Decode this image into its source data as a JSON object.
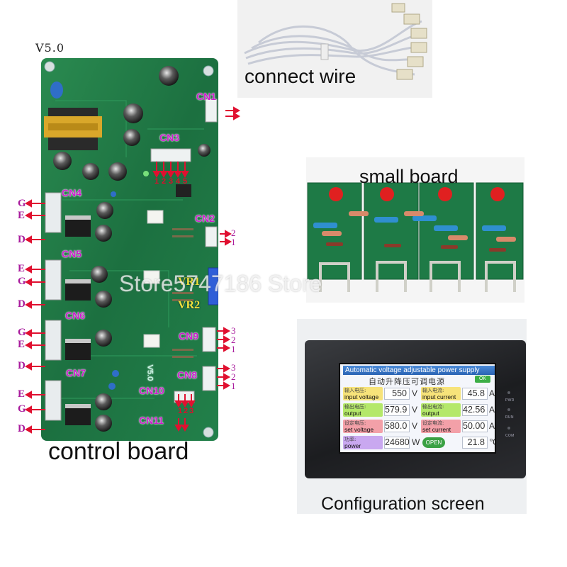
{
  "version": "V5.0",
  "control_board": {
    "caption": "control board",
    "labels": {
      "cn1": "CN1",
      "cn2": "CN2",
      "cn3": "CN3",
      "cn4": "CN4",
      "cn5": "CN5",
      "cn6": "CN6",
      "cn7": "CN7",
      "cn8": "CN8",
      "cn9": "CN9",
      "cn10": "CN10",
      "cn11": "CN11",
      "vr1": "VR1",
      "vr2": "VR2",
      "board_ver": "V5.0"
    },
    "cn3_pins": [
      "1",
      "2",
      "3",
      "4",
      "5"
    ],
    "cn10_pins": [
      "1",
      "2",
      "3"
    ],
    "cn2_pins": [
      "2",
      "1"
    ],
    "cn9_pins": [
      "3",
      "2",
      "1"
    ],
    "cn8_pins": [
      "3",
      "2",
      "1"
    ],
    "cn4_side": [
      "G",
      "E",
      "D"
    ],
    "cn5_side": [
      "E",
      "G",
      "D"
    ],
    "cn6_side": [
      "G",
      "E",
      "D"
    ],
    "cn7_side": [
      "E",
      "G",
      "D"
    ]
  },
  "connect_wire": {
    "caption": "connect wire"
  },
  "small_board": {
    "caption": "small board"
  },
  "watermark": "Store5747186 Store",
  "configuration_screen": {
    "caption": "Configuration screen",
    "title_en": "Automatic voltage adjustable power supply",
    "title_cn": "自动升降压可调电源",
    "ok_button": "OK",
    "rows": [
      {
        "left_cn": "输入电压:",
        "left_en": "input voltage",
        "left_value": "550",
        "left_unit": "V",
        "right_cn": "输入电流:",
        "right_en": "input current",
        "right_value": "45.8",
        "right_unit": "A"
      },
      {
        "left_cn": "输出电压:",
        "left_en": "output voltage",
        "left_value": "579.9",
        "left_unit": "V",
        "right_cn": "输出电流:",
        "right_en": "output current",
        "right_value": "42.56",
        "right_unit": "A"
      },
      {
        "left_cn": "设定电压:",
        "left_en": "set voltage",
        "left_value": "580.0",
        "left_unit": "V",
        "right_cn": "设定电流:",
        "right_en": "set current",
        "right_value": "50.00",
        "right_unit": "A"
      }
    ],
    "power_cn": "功率:",
    "power_en": "power",
    "power_value": "24680",
    "power_unit": "W",
    "open_button": "OPEN",
    "temperature_value": "21.8",
    "temperature_unit": "℃",
    "leds": [
      "PWR",
      "RUN",
      "COM"
    ]
  },
  "colors": {
    "pcb_green": "#1f7a45",
    "label_magenta": "#cc1ccc",
    "arrow_red": "#e01030",
    "lcd_blue": "#2a63b4"
  }
}
